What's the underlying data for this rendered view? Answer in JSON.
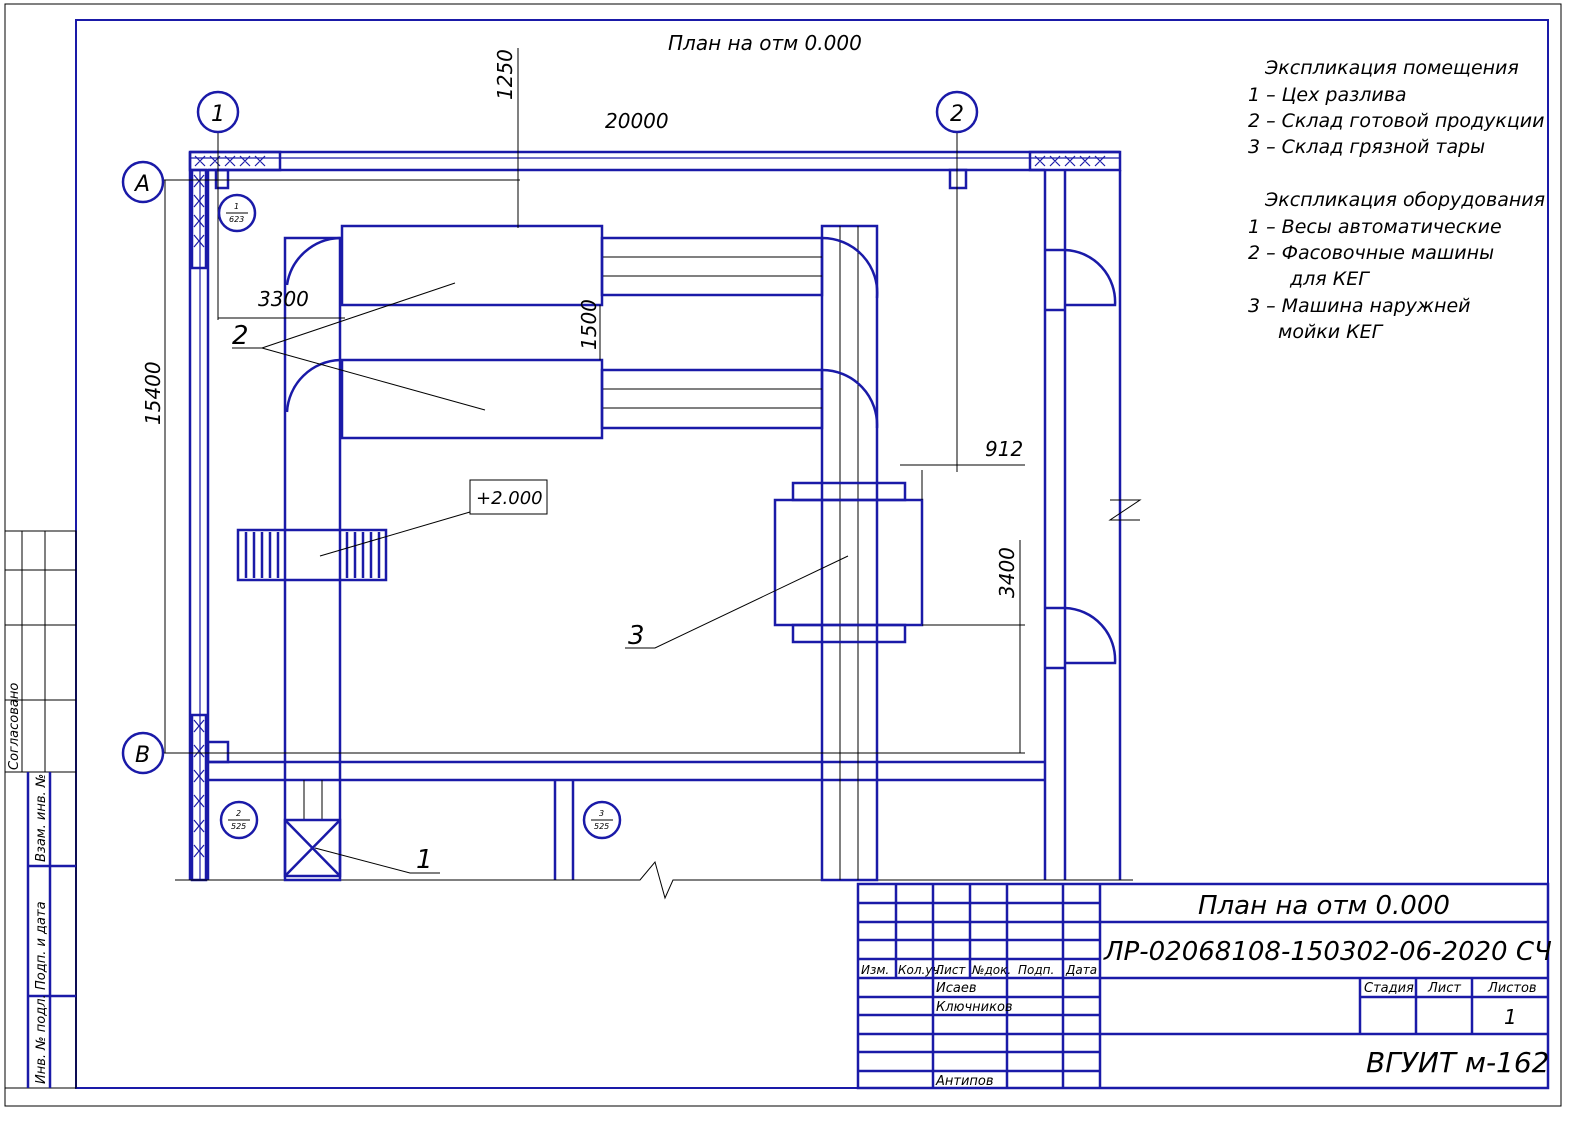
{
  "drawing": {
    "plan_title": "План на отм    0.000",
    "axes": {
      "axis_1": "1",
      "axis_2": "2",
      "axis_a": "A",
      "axis_b": "B"
    },
    "dimensions": {
      "d20000": "20000",
      "d1250": "1250",
      "d3300": "3300",
      "d15400": "15400",
      "d1500": "1500",
      "d912": "912",
      "d3400": "3400"
    },
    "level_mark": "+2.000",
    "callouts": {
      "c2": "2",
      "c3": "3",
      "c1": "1"
    },
    "section_marks": [
      {
        "num": "1",
        "sheet": "623"
      },
      {
        "num": "2",
        "sheet": "525"
      },
      {
        "num": "3",
        "sheet": "525"
      }
    ]
  },
  "explication": {
    "rooms_title": "Экспликация помещения",
    "rooms": [
      "1 – Цех разлива",
      "2 – Склад готовой продукции",
      "3 – Склад грязной тары"
    ],
    "equipment_title": "Экспликация оборудования",
    "equipment": [
      "1 – Весы автоматические",
      "2 – Фасовочные машины",
      "для КЕГ",
      "3 – Машина наружней",
      "мойки КЕГ"
    ]
  },
  "stamp": {
    "agreed": "Согласовано",
    "inv_swap": "Взам. инв. №",
    "sign_date": "Подп. и дата",
    "inv_orig": "Инв. № подл."
  },
  "title_block": {
    "headers": [
      "Изм.",
      "Кол.уч.",
      "Лист",
      "№док.",
      "Подп.",
      "Дата"
    ],
    "names": [
      "Исаев",
      "Ключников",
      "Антипов"
    ],
    "title": "План на отм 0.000",
    "code": "ЛР-02068108-150302-06-2020 СЧ",
    "stage_label": "Стадия",
    "sheet_label": "Лист",
    "sheets_label": "Листов",
    "sheets_value": "1",
    "org": "ВГУИТ м-162"
  }
}
